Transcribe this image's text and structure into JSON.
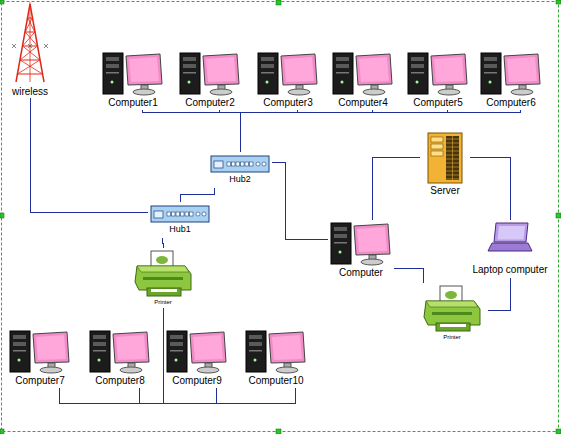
{
  "diagram": {
    "nodes": [
      {
        "text": [
          "wireless"
        ]
      },
      {
        "text": [
          "Computer1"
        ]
      },
      {
        "text": [
          "Computer2"
        ]
      },
      {
        "text": [
          "Computer3"
        ]
      },
      {
        "text": [
          "Computer4"
        ]
      },
      {
        "text": [
          "Computer5"
        ]
      },
      {
        "text": [
          "Computer6"
        ]
      },
      {
        "text": [
          "Hub2"
        ]
      },
      {
        "text": [
          "Server"
        ]
      },
      {
        "text": [
          "Hub1"
        ]
      },
      {
        "text": [
          "Computer"
        ]
      },
      {
        "text": [
          "Laptop computer"
        ]
      },
      {
        "text": [
          "Printer"
        ]
      },
      {
        "text": [
          "Printer"
        ]
      },
      {
        "text": [
          "Computer7"
        ]
      },
      {
        "text": [
          "Computer8"
        ]
      },
      {
        "text": [
          "Computer9"
        ]
      },
      {
        "text": [
          "Computer10"
        ]
      }
    ],
    "edges": [
      {
        "from": 0,
        "to": 9,
        "arrow": "none"
      },
      {
        "from": 1,
        "to": 7,
        "arrow": "none"
      },
      {
        "from": 2,
        "to": 7,
        "arrow": "none"
      },
      {
        "from": 3,
        "to": 7,
        "arrow": "none"
      },
      {
        "from": 4,
        "to": 7,
        "arrow": "none"
      },
      {
        "from": 5,
        "to": 7,
        "arrow": "none"
      },
      {
        "from": 6,
        "to": 7,
        "arrow": "none"
      },
      {
        "from": 7,
        "to": 9,
        "arrow": "none"
      },
      {
        "from": 7,
        "to": 10,
        "arrow": "none"
      },
      {
        "from": 9,
        "to": 12,
        "arrow": "none"
      },
      {
        "from": 12,
        "to": 14,
        "arrow": "none"
      },
      {
        "from": 12,
        "to": 15,
        "arrow": "none"
      },
      {
        "from": 12,
        "to": 16,
        "arrow": "none"
      },
      {
        "from": 12,
        "to": 17,
        "arrow": "none"
      },
      {
        "from": 10,
        "to": 8,
        "arrow": "none"
      },
      {
        "from": 8,
        "to": 11,
        "arrow": "none"
      },
      {
        "from": 10,
        "to": 13,
        "arrow": "none"
      },
      {
        "from": 11,
        "to": 13,
        "arrow": "none"
      }
    ]
  }
}
